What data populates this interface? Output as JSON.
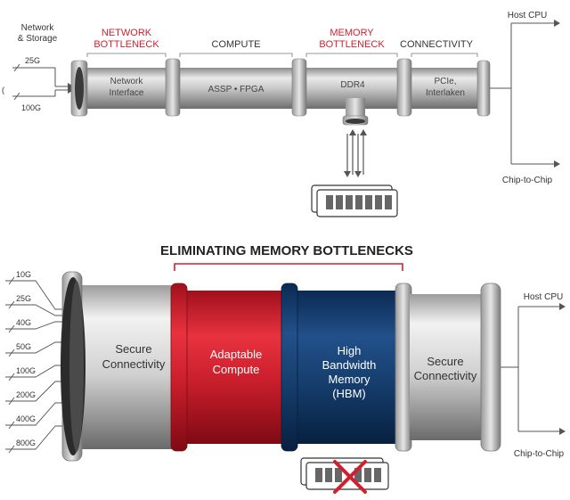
{
  "colors": {
    "accent_red": "#d01f2e",
    "dark_blue": "#123a6b",
    "pipe_gray": "#b5b5b5",
    "text_dark": "#333333",
    "line_gray": "#555555"
  },
  "top": {
    "left_header": [
      "Network",
      "& Storage"
    ],
    "rates": [
      "25G",
      "100G"
    ],
    "sections": [
      {
        "label": [
          "NETWORK",
          "BOTTLENECK"
        ],
        "pipe_text": [
          "Network",
          "Interface"
        ],
        "highlight": true
      },
      {
        "label": [
          "COMPUTE"
        ],
        "pipe_text": [
          "ASSP • FPGA"
        ],
        "highlight": false
      },
      {
        "label": [
          "MEMORY",
          "BOTTLENECK"
        ],
        "pipe_text": [
          "DDR4"
        ],
        "highlight": true
      },
      {
        "label": [
          "CONNECTIVITY"
        ],
        "pipe_text": [
          "PCIe,",
          "Interlaken"
        ],
        "highlight": false
      }
    ],
    "outputs": [
      "Host CPU",
      "Chip-to-Chip"
    ],
    "memory_icon": "memory-module-icon"
  },
  "bottom": {
    "title": "ELIMINATING MEMORY BOTTLENECKS",
    "rates": [
      "10G",
      "25G",
      "40G",
      "50G",
      "100G",
      "200G",
      "400G",
      "800G"
    ],
    "segments": [
      {
        "text": [
          "Secure",
          "Connectivity"
        ],
        "color": "gray"
      },
      {
        "text": [
          "Adaptable",
          "Compute"
        ],
        "color": "red"
      },
      {
        "text": [
          "High",
          "Bandwidth",
          "Memory",
          "(HBM)"
        ],
        "color": "blue"
      },
      {
        "text": [
          "Secure",
          "Connectivity"
        ],
        "color": "gray"
      }
    ],
    "outputs": [
      "Host CPU",
      "Chip-to-Chip"
    ],
    "memory_icon": "memory-module-crossed-icon"
  }
}
